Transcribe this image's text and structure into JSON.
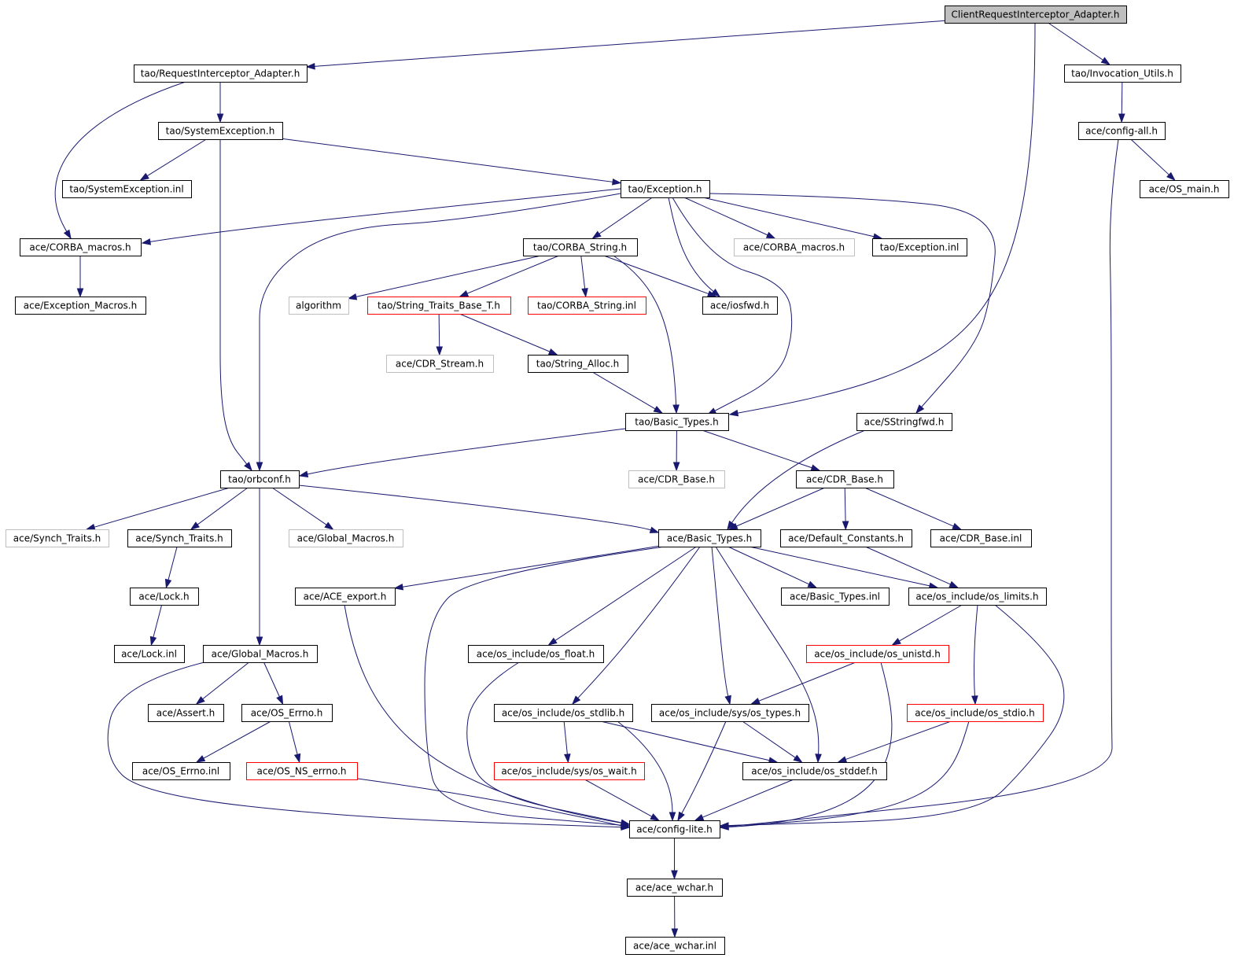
{
  "colors": {
    "edge": "#191970",
    "border_normal": "#000000",
    "border_missing": "#bfbfbf",
    "border_truncated": "#ff0000",
    "fill_root": "#bfbfbf",
    "fill_normal": "#ffffff"
  },
  "nodes": [
    {
      "id": "root",
      "label": "ClientRequestInterceptor_Adapter.h",
      "kind": "root"
    },
    {
      "id": "tao_ria",
      "label": "tao/RequestInterceptor_Adapter.h",
      "kind": "normal"
    },
    {
      "id": "tao_inv",
      "label": "tao/Invocation_Utils.h",
      "kind": "normal"
    },
    {
      "id": "tao_sysexc",
      "label": "tao/SystemException.h",
      "kind": "normal"
    },
    {
      "id": "ace_cfgall",
      "label": "ace/config-all.h",
      "kind": "normal"
    },
    {
      "id": "tao_sysexc_inl",
      "label": "tao/SystemException.inl",
      "kind": "normal"
    },
    {
      "id": "tao_exc",
      "label": "tao/Exception.h",
      "kind": "normal"
    },
    {
      "id": "ace_osmain",
      "label": "ace/OS_main.h",
      "kind": "normal"
    },
    {
      "id": "ace_corba_macros",
      "label": "ace/CORBA_macros.h",
      "kind": "normal"
    },
    {
      "id": "tao_corba_str",
      "label": "tao/CORBA_String.h",
      "kind": "normal"
    },
    {
      "id": "ace_corba_macros2",
      "label": "ace/CORBA_macros.h",
      "kind": "missing"
    },
    {
      "id": "tao_exc_inl",
      "label": "tao/Exception.inl",
      "kind": "normal"
    },
    {
      "id": "ace_exc_macros",
      "label": "ace/Exception_Macros.h",
      "kind": "normal"
    },
    {
      "id": "algorithm",
      "label": "algorithm",
      "kind": "missing"
    },
    {
      "id": "tao_stb",
      "label": "tao/String_Traits_Base_T.h",
      "kind": "truncated"
    },
    {
      "id": "tao_corba_str_inl",
      "label": "tao/CORBA_String.inl",
      "kind": "truncated"
    },
    {
      "id": "ace_iosfwd",
      "label": "ace/iosfwd.h",
      "kind": "normal"
    },
    {
      "id": "ace_cdr_stream",
      "label": "ace/CDR_Stream.h",
      "kind": "missing"
    },
    {
      "id": "tao_str_alloc",
      "label": "tao/String_Alloc.h",
      "kind": "normal"
    },
    {
      "id": "tao_basic_types",
      "label": "tao/Basic_Types.h",
      "kind": "normal"
    },
    {
      "id": "ace_sstringfwd",
      "label": "ace/SStringfwd.h",
      "kind": "normal"
    },
    {
      "id": "tao_orbconf",
      "label": "tao/orbconf.h",
      "kind": "normal"
    },
    {
      "id": "ace_cdr_base_m",
      "label": "ace/CDR_Base.h",
      "kind": "missing"
    },
    {
      "id": "ace_cdr_base",
      "label": "ace/CDR_Base.h",
      "kind": "normal"
    },
    {
      "id": "ace_synch_traits_m",
      "label": "ace/Synch_Traits.h",
      "kind": "missing"
    },
    {
      "id": "ace_synch_traits",
      "label": "ace/Synch_Traits.h",
      "kind": "normal"
    },
    {
      "id": "ace_global_macros_m",
      "label": "ace/Global_Macros.h",
      "kind": "missing"
    },
    {
      "id": "ace_basic_types",
      "label": "ace/Basic_Types.h",
      "kind": "normal"
    },
    {
      "id": "ace_default_consts",
      "label": "ace/Default_Constants.h",
      "kind": "normal"
    },
    {
      "id": "ace_cdr_base_inl",
      "label": "ace/CDR_Base.inl",
      "kind": "normal"
    },
    {
      "id": "ace_lock",
      "label": "ace/Lock.h",
      "kind": "normal"
    },
    {
      "id": "ace_ace_export",
      "label": "ace/ACE_export.h",
      "kind": "normal"
    },
    {
      "id": "ace_basic_types_inl",
      "label": "ace/Basic_Types.inl",
      "kind": "normal"
    },
    {
      "id": "ace_os_limits",
      "label": "ace/os_include/os_limits.h",
      "kind": "normal"
    },
    {
      "id": "ace_lock_inl",
      "label": "ace/Lock.inl",
      "kind": "normal"
    },
    {
      "id": "ace_global_macros",
      "label": "ace/Global_Macros.h",
      "kind": "normal"
    },
    {
      "id": "ace_os_float",
      "label": "ace/os_include/os_float.h",
      "kind": "normal"
    },
    {
      "id": "ace_os_unistd",
      "label": "ace/os_include/os_unistd.h",
      "kind": "truncated"
    },
    {
      "id": "ace_assert",
      "label": "ace/Assert.h",
      "kind": "normal"
    },
    {
      "id": "ace_os_errno",
      "label": "ace/OS_Errno.h",
      "kind": "normal"
    },
    {
      "id": "ace_os_stdlib",
      "label": "ace/os_include/os_stdlib.h",
      "kind": "normal"
    },
    {
      "id": "ace_os_types",
      "label": "ace/os_include/sys/os_types.h",
      "kind": "normal"
    },
    {
      "id": "ace_os_stdio",
      "label": "ace/os_include/os_stdio.h",
      "kind": "truncated"
    },
    {
      "id": "ace_os_errno_inl",
      "label": "ace/OS_Errno.inl",
      "kind": "normal"
    },
    {
      "id": "ace_os_ns_errno",
      "label": "ace/OS_NS_errno.h",
      "kind": "truncated"
    },
    {
      "id": "ace_os_wait",
      "label": "ace/os_include/sys/os_wait.h",
      "kind": "truncated"
    },
    {
      "id": "ace_os_stddef",
      "label": "ace/os_include/os_stddef.h",
      "kind": "normal"
    },
    {
      "id": "ace_config_lite",
      "label": "ace/config-lite.h",
      "kind": "normal"
    },
    {
      "id": "ace_ace_wchar",
      "label": "ace/ace_wchar.h",
      "kind": "normal"
    },
    {
      "id": "ace_ace_wchar_inl",
      "label": "ace/ace_wchar.inl",
      "kind": "normal"
    }
  ],
  "edges": [
    [
      "root",
      "tao_ria"
    ],
    [
      "root",
      "tao_inv"
    ],
    [
      "root",
      "tao_basic_types"
    ],
    [
      "tao_ria",
      "tao_sysexc"
    ],
    [
      "tao_ria",
      "ace_corba_macros"
    ],
    [
      "tao_inv",
      "ace_cfgall"
    ],
    [
      "ace_cfgall",
      "ace_osmain"
    ],
    [
      "ace_cfgall",
      "ace_config_lite"
    ],
    [
      "tao_sysexc",
      "tao_sysexc_inl"
    ],
    [
      "tao_sysexc",
      "tao_exc"
    ],
    [
      "tao_sysexc",
      "tao_orbconf"
    ],
    [
      "tao_exc",
      "ace_corba_macros"
    ],
    [
      "tao_exc",
      "tao_corba_str"
    ],
    [
      "tao_exc",
      "ace_corba_macros2"
    ],
    [
      "tao_exc",
      "tao_exc_inl"
    ],
    [
      "tao_exc",
      "ace_iosfwd"
    ],
    [
      "tao_exc",
      "tao_basic_types"
    ],
    [
      "tao_exc",
      "tao_orbconf"
    ],
    [
      "tao_exc",
      "ace_sstringfwd"
    ],
    [
      "ace_corba_macros",
      "ace_exc_macros"
    ],
    [
      "tao_corba_str",
      "algorithm"
    ],
    [
      "tao_corba_str",
      "tao_stb"
    ],
    [
      "tao_corba_str",
      "tao_corba_str_inl"
    ],
    [
      "tao_corba_str",
      "ace_iosfwd"
    ],
    [
      "tao_corba_str",
      "tao_basic_types"
    ],
    [
      "tao_stb",
      "ace_cdr_stream"
    ],
    [
      "tao_stb",
      "tao_str_alloc"
    ],
    [
      "tao_str_alloc",
      "tao_basic_types"
    ],
    [
      "tao_basic_types",
      "tao_orbconf"
    ],
    [
      "tao_basic_types",
      "ace_cdr_base_m"
    ],
    [
      "tao_basic_types",
      "ace_cdr_base"
    ],
    [
      "ace_sstringfwd",
      "ace_basic_types"
    ],
    [
      "tao_orbconf",
      "ace_synch_traits_m"
    ],
    [
      "tao_orbconf",
      "ace_synch_traits"
    ],
    [
      "tao_orbconf",
      "ace_global_macros_m"
    ],
    [
      "tao_orbconf",
      "ace_basic_types"
    ],
    [
      "tao_orbconf",
      "ace_global_macros"
    ],
    [
      "ace_cdr_base",
      "ace_basic_types"
    ],
    [
      "ace_cdr_base",
      "ace_default_consts"
    ],
    [
      "ace_cdr_base",
      "ace_cdr_base_inl"
    ],
    [
      "ace_synch_traits",
      "ace_lock"
    ],
    [
      "ace_lock",
      "ace_lock_inl"
    ],
    [
      "ace_basic_types",
      "ace_ace_export"
    ],
    [
      "ace_basic_types",
      "ace_basic_types_inl"
    ],
    [
      "ace_basic_types",
      "ace_os_limits"
    ],
    [
      "ace_basic_types",
      "ace_os_float"
    ],
    [
      "ace_basic_types",
      "ace_os_stdlib"
    ],
    [
      "ace_basic_types",
      "ace_os_types"
    ],
    [
      "ace_basic_types",
      "ace_os_stddef"
    ],
    [
      "ace_basic_types",
      "ace_config_lite"
    ],
    [
      "ace_default_consts",
      "ace_os_limits"
    ],
    [
      "ace_os_limits",
      "ace_os_unistd"
    ],
    [
      "ace_os_limits",
      "ace_os_stdio"
    ],
    [
      "ace_os_limits",
      "ace_config_lite"
    ],
    [
      "ace_ace_export",
      "ace_config_lite"
    ],
    [
      "ace_global_macros",
      "ace_assert"
    ],
    [
      "ace_global_macros",
      "ace_os_errno"
    ],
    [
      "ace_global_macros",
      "ace_config_lite"
    ],
    [
      "ace_os_float",
      "ace_config_lite"
    ],
    [
      "ace_os_unistd",
      "ace_os_types"
    ],
    [
      "ace_os_unistd",
      "ace_config_lite"
    ],
    [
      "ace_os_errno",
      "ace_os_errno_inl"
    ],
    [
      "ace_os_errno",
      "ace_os_ns_errno"
    ],
    [
      "ace_os_stdlib",
      "ace_os_wait"
    ],
    [
      "ace_os_stdlib",
      "ace_os_stddef"
    ],
    [
      "ace_os_stdlib",
      "ace_config_lite"
    ],
    [
      "ace_os_types",
      "ace_os_stddef"
    ],
    [
      "ace_os_types",
      "ace_config_lite"
    ],
    [
      "ace_os_stdio",
      "ace_os_stddef"
    ],
    [
      "ace_os_stdio",
      "ace_config_lite"
    ],
    [
      "ace_os_ns_errno",
      "ace_config_lite"
    ],
    [
      "ace_os_wait",
      "ace_config_lite"
    ],
    [
      "ace_os_stddef",
      "ace_config_lite"
    ],
    [
      "ace_config_lite",
      "ace_ace_wchar"
    ],
    [
      "ace_ace_wchar",
      "ace_ace_wchar_inl"
    ]
  ]
}
